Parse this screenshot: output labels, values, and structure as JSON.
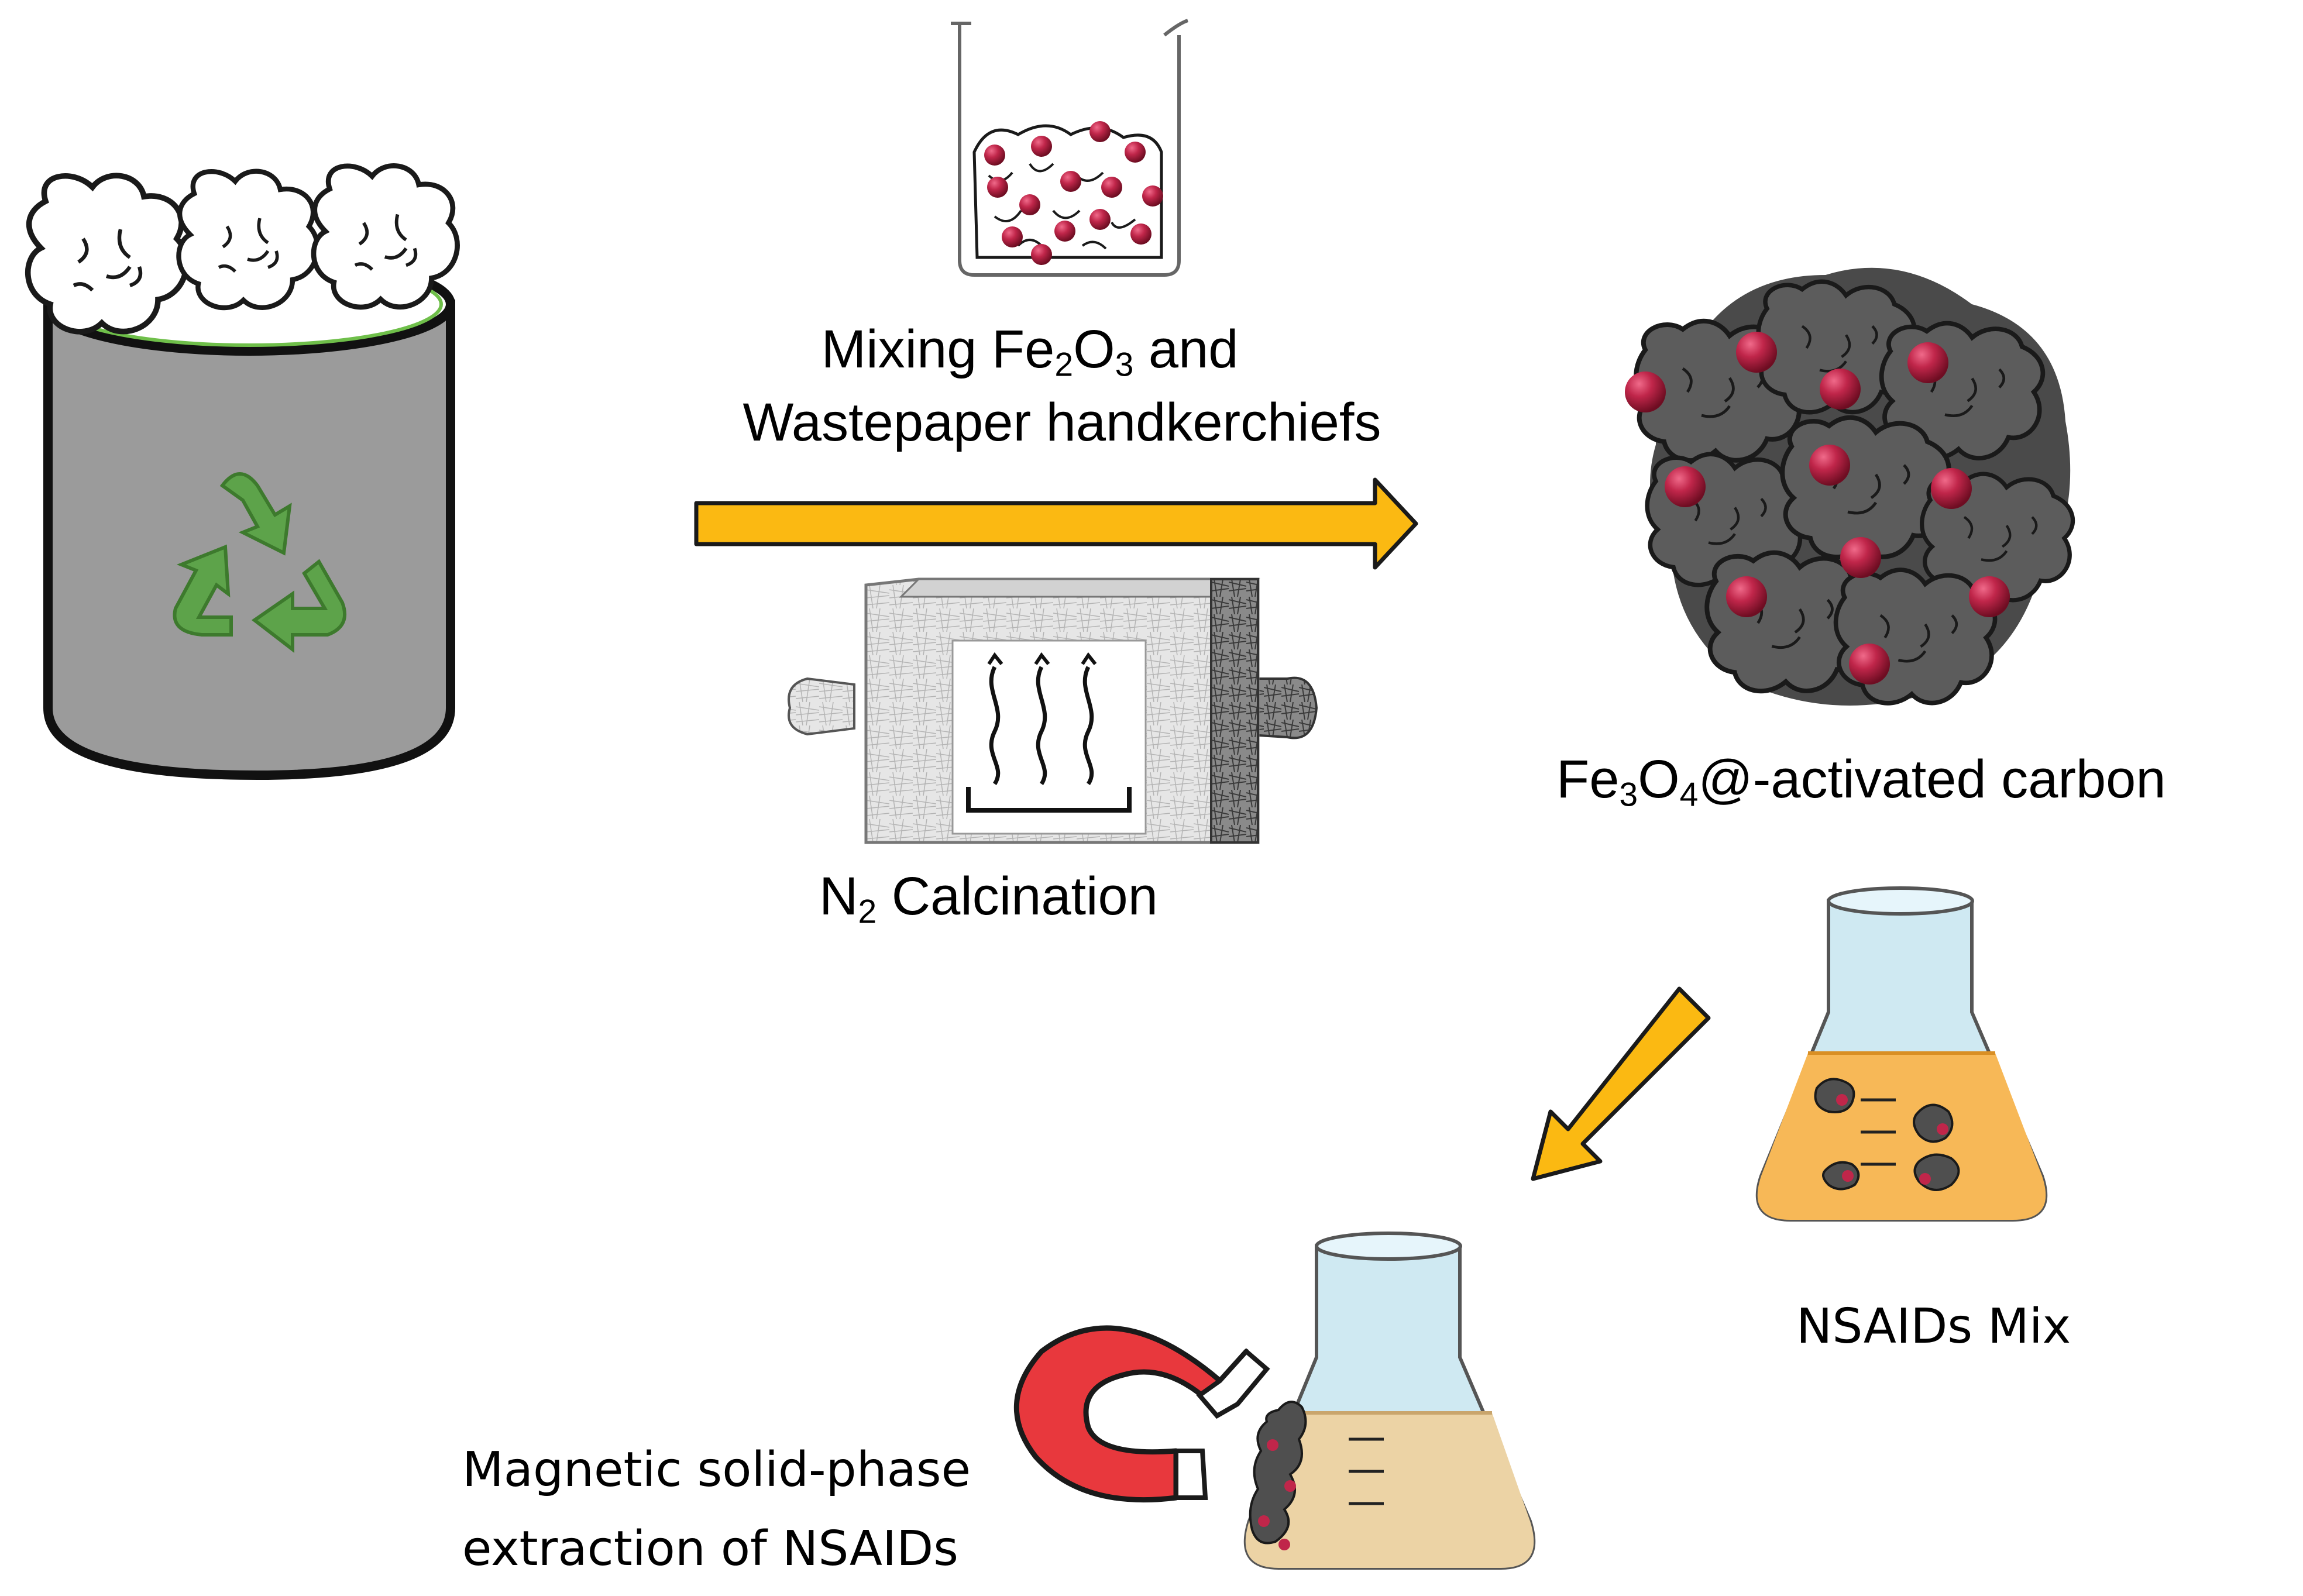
{
  "labels": {
    "mixing_line1_a": "Mixing Fe",
    "mixing_line1_sub1": "2",
    "mixing_line1_b": "O",
    "mixing_line1_sub2": "3",
    "mixing_line1_c": " and",
    "mixing_line2": "Wastepaper handkerchiefs",
    "calcination_a": "N",
    "calcination_sub": "2",
    "calcination_b": " Calcination",
    "product_a": "Fe",
    "product_sub1": "3",
    "product_b": "O",
    "product_sub2": "4",
    "product_c": "@-activated carbon",
    "nsaids_mix": "NSAIDs Mix",
    "extraction_line1": "Magnetic solid-phase",
    "extraction_line2": "extraction of NSAIDs"
  },
  "colors": {
    "arrow_fill": "#FBB912",
    "arrow_stroke": "#1a1a1a",
    "bin_fill": "#9b9b9b",
    "recycle_green": "#5da34a",
    "carbon_gray": "#5c5c5c",
    "particle_red": "#c0264a",
    "liquid_orange": "#f7b857",
    "liquid_tan": "#ecd3a5",
    "glass_blue": "#cfe9f2",
    "magnet_red": "#e8383d"
  },
  "icons": [
    "wastebin-icon",
    "recycle-icon",
    "beaker-icon",
    "furnace-icon",
    "heat-icon",
    "carbon-cluster-icon",
    "flask-icon",
    "magnet-icon"
  ]
}
